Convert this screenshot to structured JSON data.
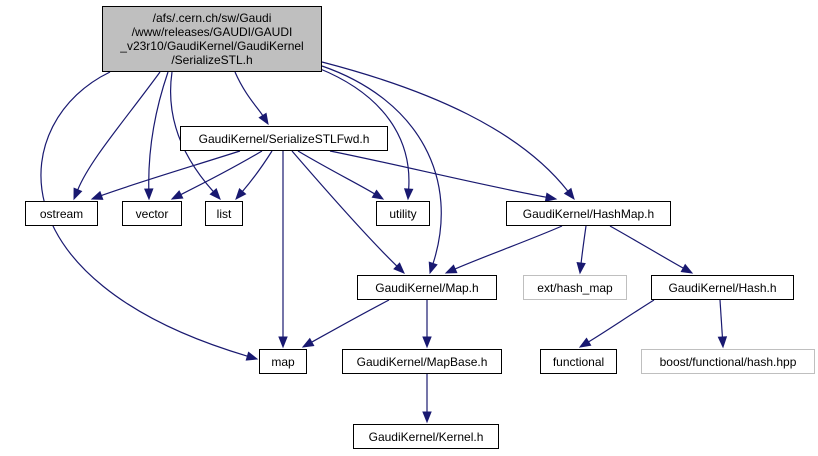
{
  "graph": {
    "title": "Include dependency graph for SerializeSTL.h",
    "root": {
      "id": "root",
      "lines": [
        "/afs/.cern.ch/sw/Gaudi",
        "/www/releases/GAUDI/GAUDI",
        "_v23r10/GaudiKernel/GaudiKernel",
        "/SerializeSTL.h"
      ]
    },
    "nodes": [
      {
        "id": "fwd",
        "label": "GaudiKernel/SerializeSTLFwd.h",
        "kind": "internal"
      },
      {
        "id": "ostream",
        "label": "ostream",
        "kind": "internal"
      },
      {
        "id": "vector",
        "label": "vector",
        "kind": "internal"
      },
      {
        "id": "list",
        "label": "list",
        "kind": "internal"
      },
      {
        "id": "utility",
        "label": "utility",
        "kind": "internal"
      },
      {
        "id": "hashmap",
        "label": "GaudiKernel/HashMap.h",
        "kind": "internal"
      },
      {
        "id": "mapH",
        "label": "GaudiKernel/Map.h",
        "kind": "internal"
      },
      {
        "id": "exthash",
        "label": "ext/hash_map",
        "kind": "external"
      },
      {
        "id": "hash",
        "label": "GaudiKernel/Hash.h",
        "kind": "internal"
      },
      {
        "id": "map",
        "label": "map",
        "kind": "internal"
      },
      {
        "id": "mapbase",
        "label": "GaudiKernel/MapBase.h",
        "kind": "internal"
      },
      {
        "id": "functional",
        "label": "functional",
        "kind": "internal"
      },
      {
        "id": "boosthash",
        "label": "boost/functional/hash.hpp",
        "kind": "external"
      },
      {
        "id": "kernel",
        "label": "GaudiKernel/Kernel.h",
        "kind": "internal"
      }
    ],
    "edges": [
      [
        "root",
        "fwd"
      ],
      [
        "root",
        "ostream"
      ],
      [
        "root",
        "vector"
      ],
      [
        "root",
        "list"
      ],
      [
        "root",
        "utility"
      ],
      [
        "root",
        "hashmap"
      ],
      [
        "root",
        "mapH"
      ],
      [
        "root",
        "map"
      ],
      [
        "fwd",
        "ostream"
      ],
      [
        "fwd",
        "vector"
      ],
      [
        "fwd",
        "list"
      ],
      [
        "fwd",
        "utility"
      ],
      [
        "fwd",
        "hashmap"
      ],
      [
        "fwd",
        "mapH"
      ],
      [
        "fwd",
        "map"
      ],
      [
        "hashmap",
        "mapH"
      ],
      [
        "hashmap",
        "exthash"
      ],
      [
        "hashmap",
        "hash"
      ],
      [
        "mapH",
        "map"
      ],
      [
        "mapH",
        "mapbase"
      ],
      [
        "hash",
        "functional"
      ],
      [
        "hash",
        "boosthash"
      ],
      [
        "mapbase",
        "kernel"
      ]
    ],
    "colors": {
      "edge": "#191970",
      "root_fill": "#bfbfbf",
      "external_border": "#bfbfbf",
      "border": "#000000"
    }
  }
}
